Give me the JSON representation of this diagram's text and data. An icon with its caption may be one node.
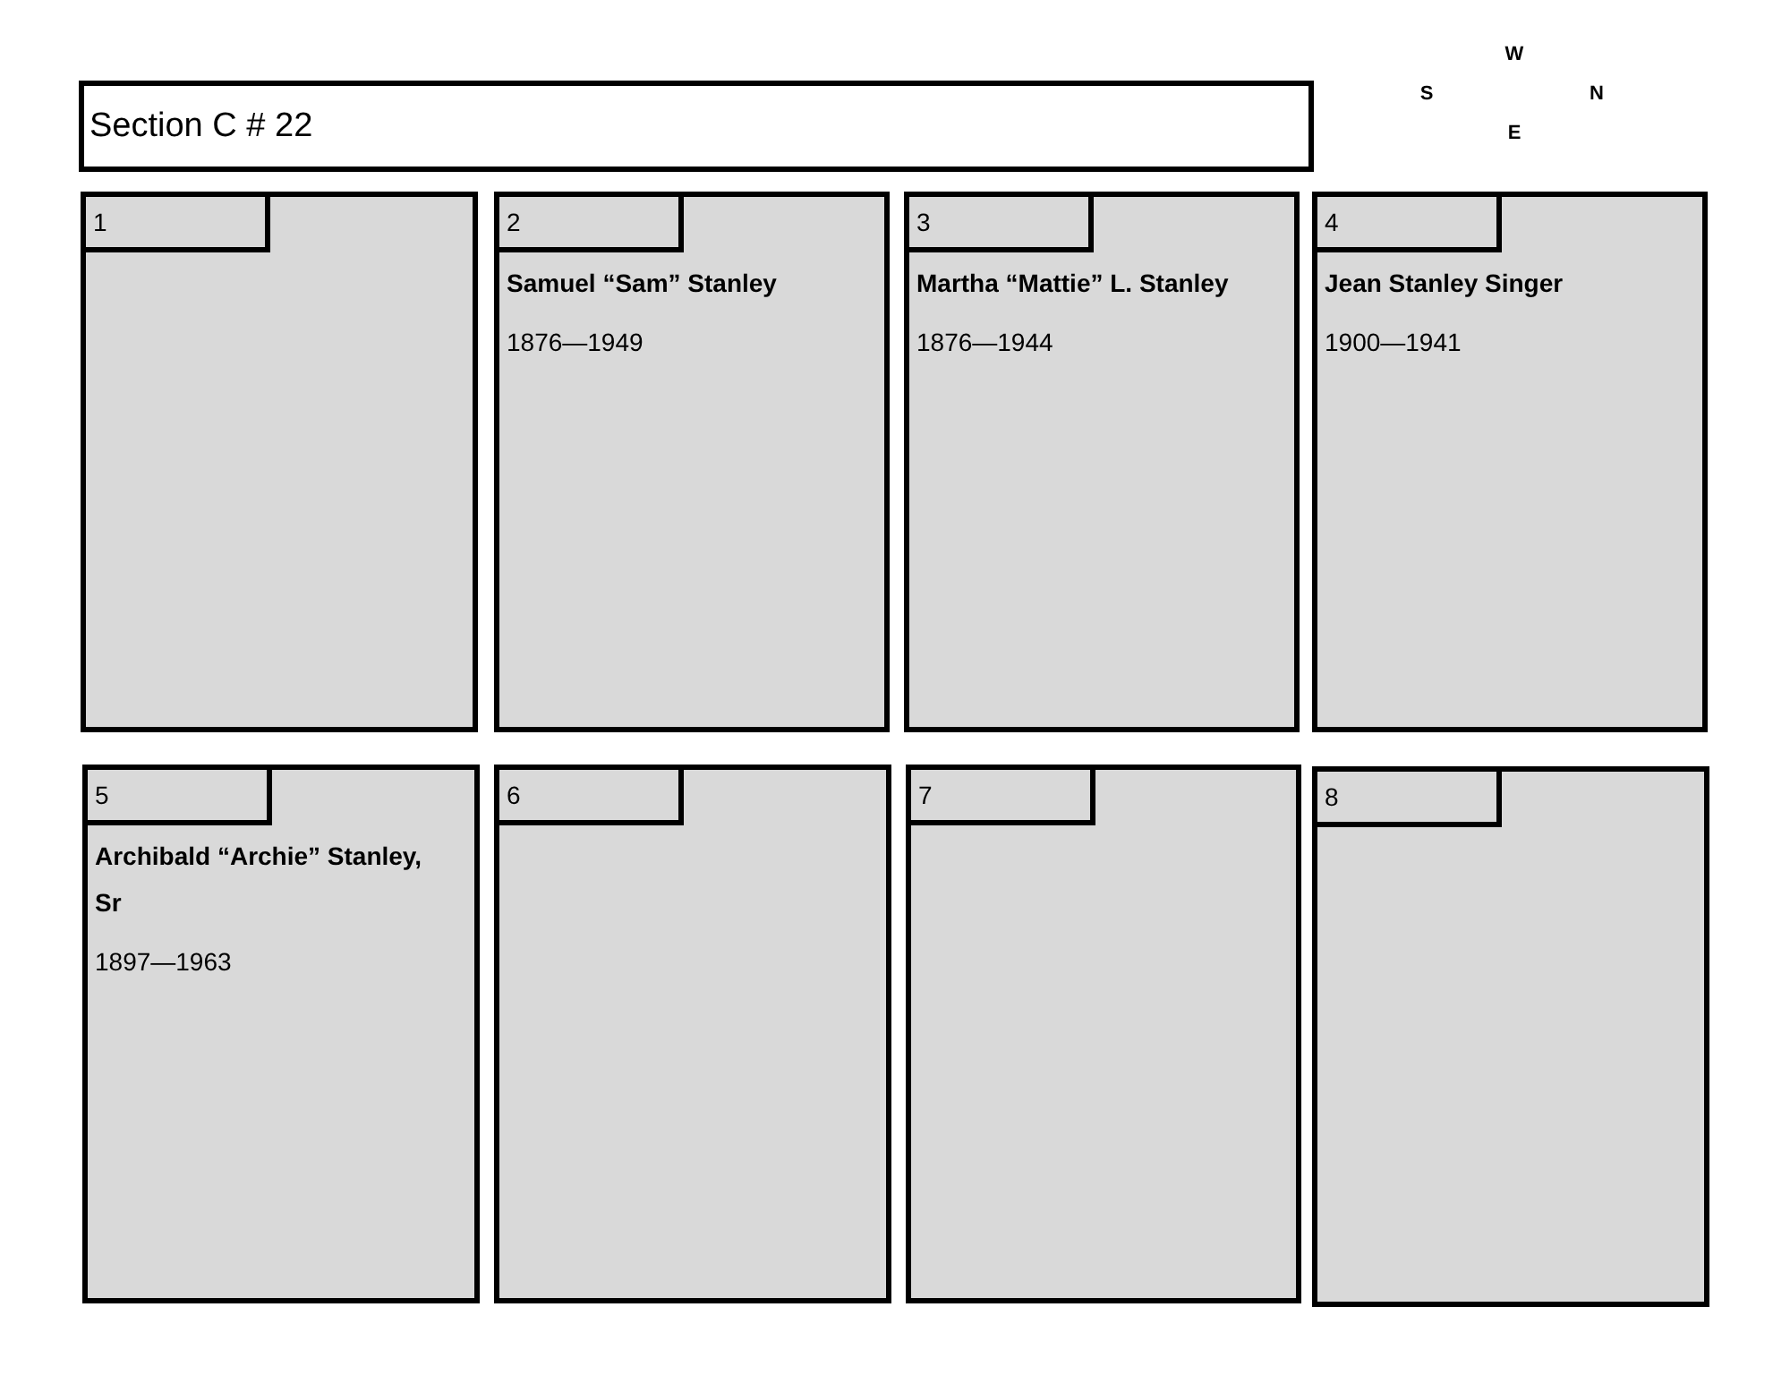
{
  "diagram": {
    "nodes": [
      {
        "text": [
          "Section C # 22"
        ]
      },
      {
        "text": [],
        "shape": "box"
      },
      {
        "text": [
          "1"
        ],
        "in": 1
      },
      {
        "text": [
          "Samuel “Sam” Stanley",
          "1876—1949"
        ]
      },
      {
        "text": [
          "2"
        ],
        "in": 3
      },
      {
        "text": [
          "Martha “Mattie” L. Stanley",
          "1876—1944"
        ]
      },
      {
        "text": [
          "3"
        ],
        "in": 5
      },
      {
        "text": [
          "Jean Stanley Singer",
          "1900—1941"
        ]
      },
      {
        "text": [
          "4"
        ],
        "in": 7
      },
      {
        "text": [
          "Archibald “Archie” Stanley, Sr",
          "1897—1963"
        ]
      },
      {
        "text": [
          "5"
        ],
        "in": 9
      },
      {
        "text": [],
        "shape": "box"
      },
      {
        "text": [
          "6"
        ],
        "in": 11
      },
      {
        "text": [],
        "shape": "box"
      },
      {
        "text": [
          "7"
        ],
        "in": 13
      },
      {
        "text": [],
        "shape": "box"
      },
      {
        "text": [
          "8"
        ],
        "in": 15
      }
    ],
    "labels": [
      "W",
      "S",
      "N",
      "E"
    ]
  }
}
